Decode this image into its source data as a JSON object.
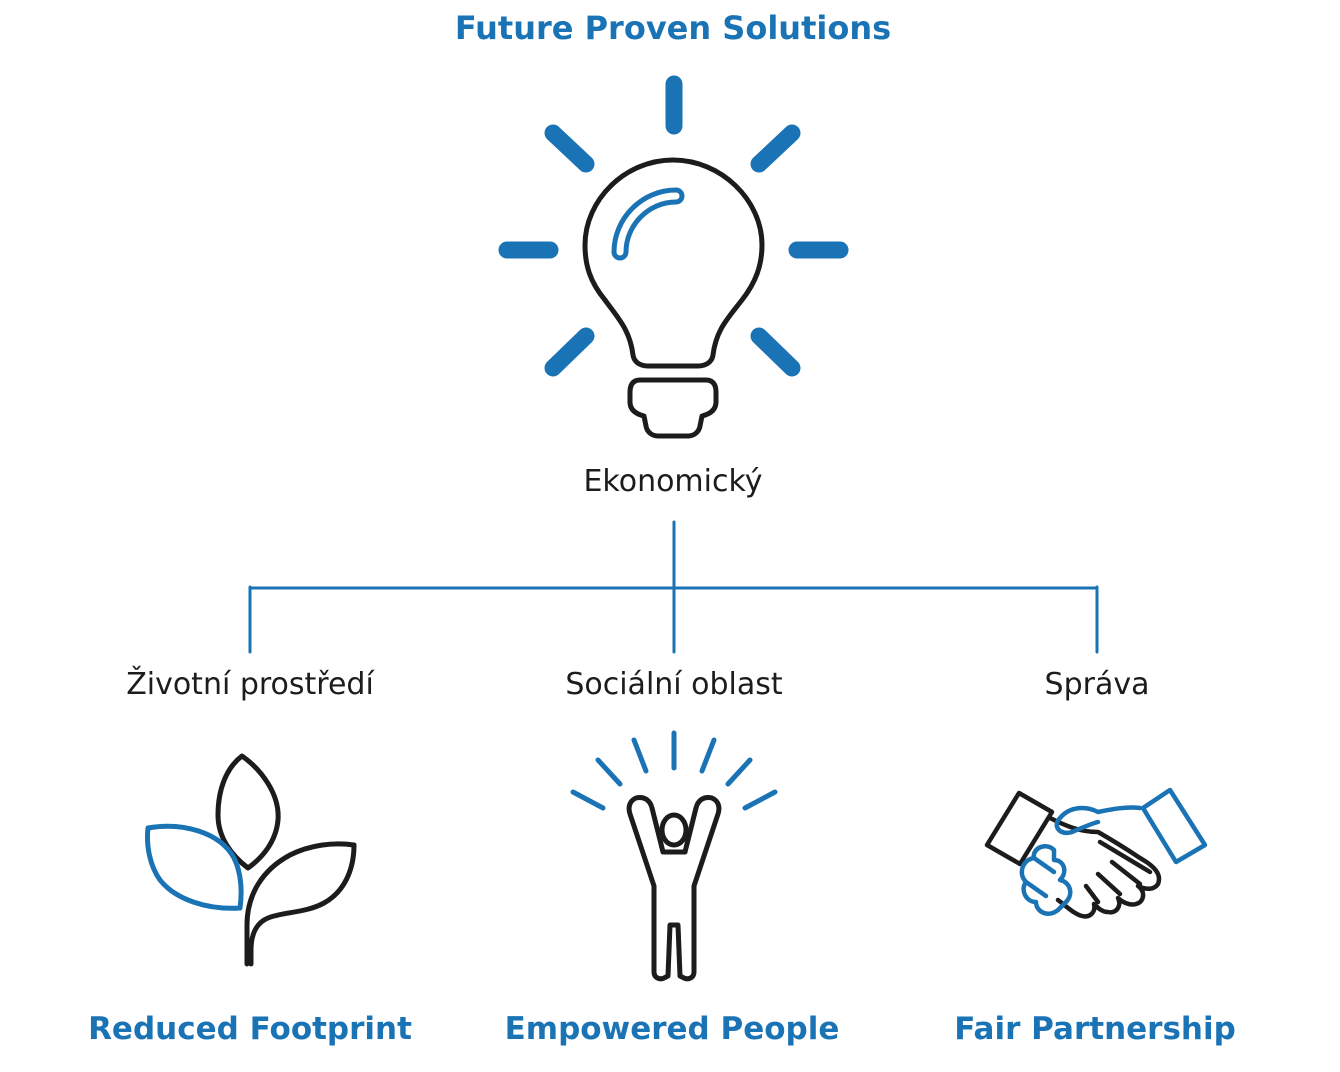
{
  "title": "Future Proven Solutions",
  "top_node": {
    "label": "Ekonomický",
    "icon": "lightbulb-icon"
  },
  "pillars": [
    {
      "label": "Životní prostředí",
      "icon": "plant-icon",
      "footer": "Reduced Footprint"
    },
    {
      "label": "Sociální oblast",
      "icon": "cheering-person-icon",
      "footer": "Empowered People"
    },
    {
      "label": "Správa",
      "icon": "handshake-icon",
      "footer": "Fair Partnership"
    }
  ],
  "colors": {
    "accent": "#1a73b4",
    "ink": "#1c1c1c"
  }
}
